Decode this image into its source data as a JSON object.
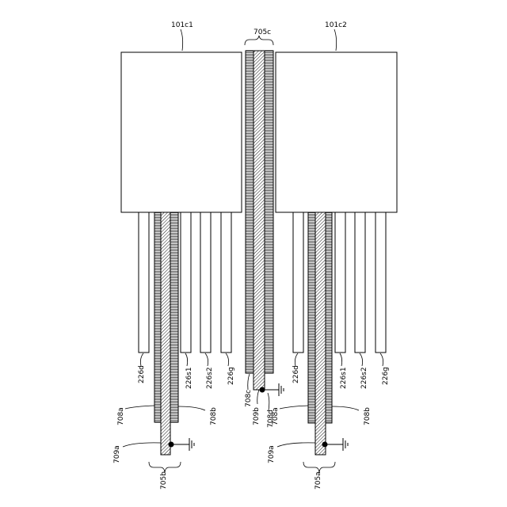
{
  "colors": {
    "line": "#000000",
    "background": "#ffffff",
    "hatch": "#000000"
  },
  "labels": {
    "module_left": "101c1",
    "module_right": "101c2",
    "brace_center": "705c",
    "brace_left": "705b",
    "brace_right": "705a",
    "left_226d": "226d",
    "left_226s1": "226s1",
    "left_226s2": "226s2",
    "left_226g": "226g",
    "left_708a": "708a",
    "left_708b": "708b",
    "left_709a": "709a",
    "right_226d": "226d",
    "right_226s1": "226s1",
    "right_226s2": "226s2",
    "right_226g": "226g",
    "right_708a": "708a",
    "right_708b": "708b",
    "right_709a": "709a",
    "center_708c": "708c",
    "center_708d": "708d",
    "center_709b": "709b"
  },
  "icons": {
    "ground": "ground-symbol-icon",
    "node": "connection-dot-icon"
  }
}
